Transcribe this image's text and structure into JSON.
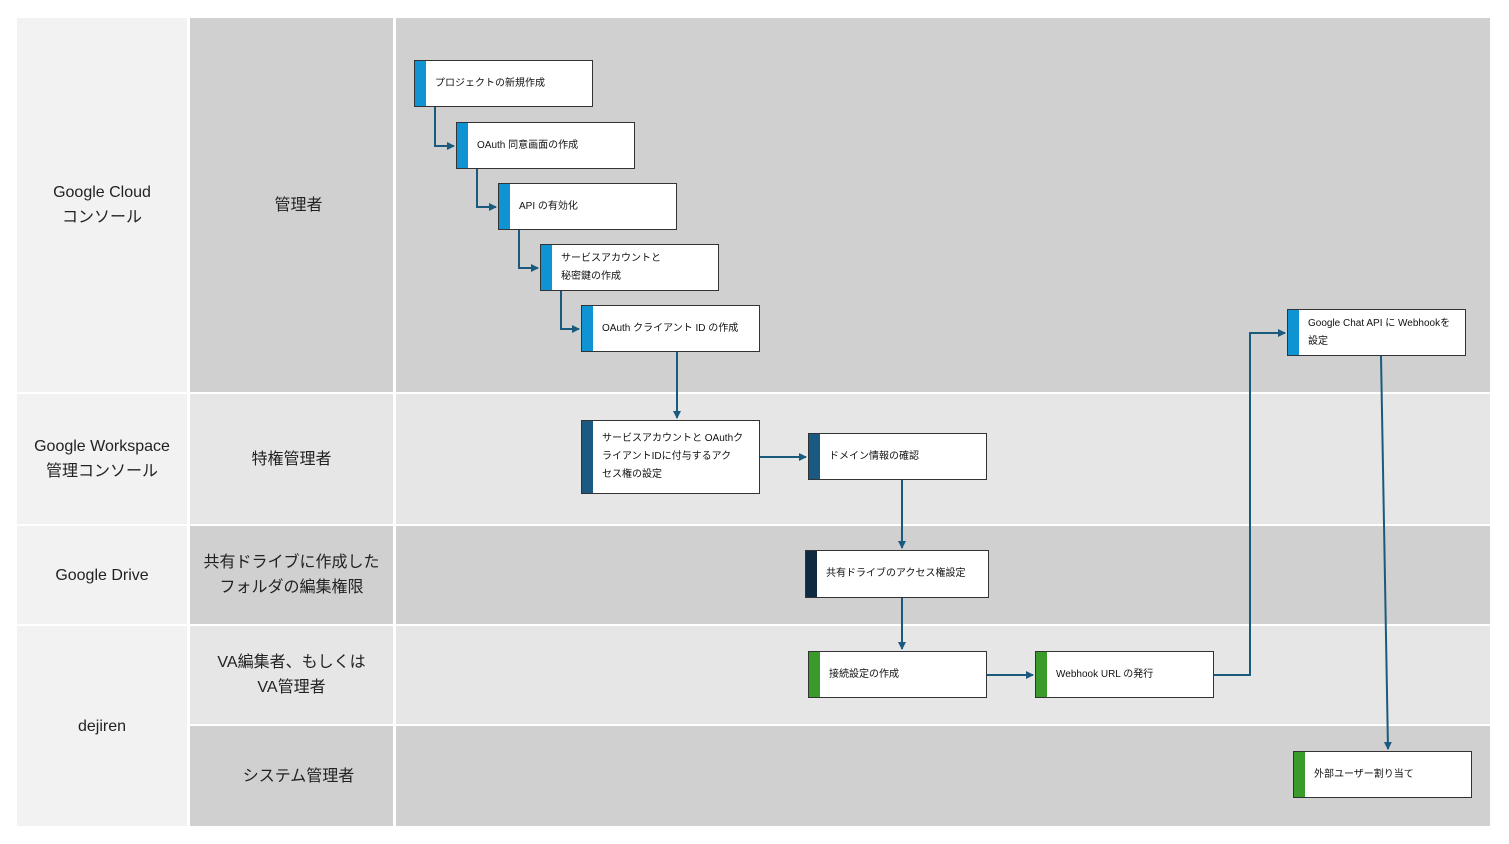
{
  "colors": {
    "blue": "#0f93d2",
    "navy": "#1a5a82",
    "dark_navy": "#0e2a40",
    "green": "#3a9a2a",
    "arrow": "#1b5a7f"
  },
  "lanes": [
    {
      "system": "Google Cloud\nコンソール",
      "role": "管理者"
    },
    {
      "system": "Google Workspace\n管理コンソール",
      "role": "特権管理者"
    },
    {
      "system": "Google Drive",
      "role": "共有ドライブに作成した\nフォルダの編集権限"
    },
    {
      "system": "dejiren",
      "roles": [
        "VA編集者、もしくは\nVA管理者",
        "システム管理者"
      ]
    }
  ],
  "steps": [
    {
      "label": "プロジェクトの新規作成",
      "color": "blue"
    },
    {
      "label": "OAuth 同意画面の作成",
      "color": "blue"
    },
    {
      "label": "API の有効化",
      "color": "blue"
    },
    {
      "label": "サービスアカウントと\n秘密鍵の作成",
      "color": "blue"
    },
    {
      "label": "OAuth クライアント ID の作成",
      "color": "blue"
    },
    {
      "label": "Google Chat API に Webhookを\n設定",
      "color": "blue"
    },
    {
      "label": "サービスアカウントと OAuthク\nライアントIDに付与するアク\nセス権の設定",
      "color": "navy"
    },
    {
      "label": "ドメイン情報の確認",
      "color": "navy"
    },
    {
      "label": "共有ドライブのアクセス権設定",
      "color": "dark_navy"
    },
    {
      "label": "接続設定の作成",
      "color": "green"
    },
    {
      "label": "Webhook URL の発行",
      "color": "green"
    },
    {
      "label": "外部ユーザー割り当て",
      "color": "green"
    }
  ]
}
